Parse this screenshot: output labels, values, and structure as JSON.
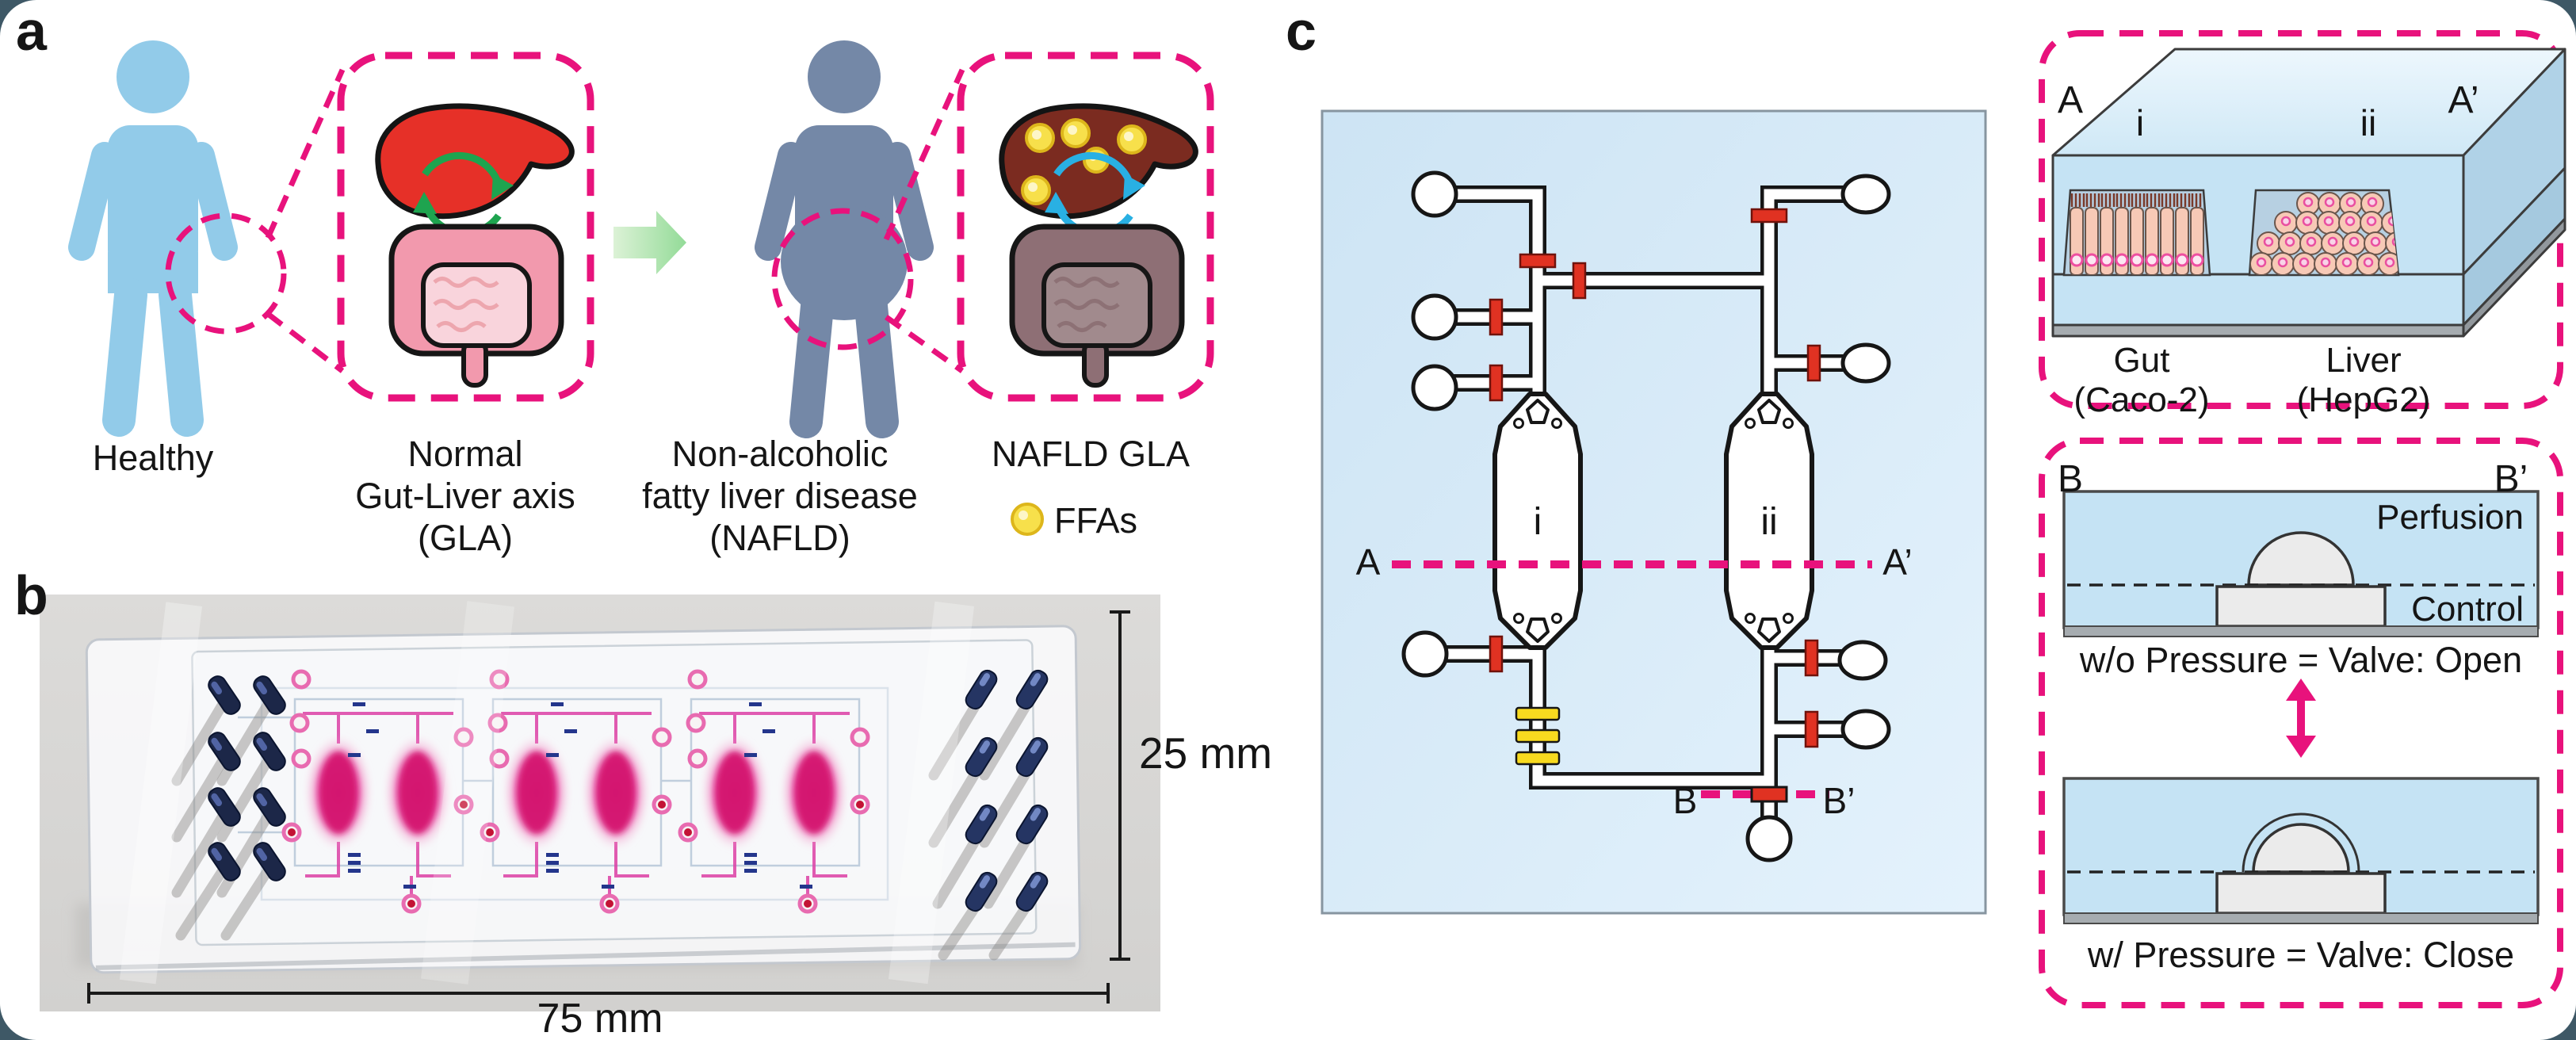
{
  "figure": {
    "panel_a": {
      "label": "a",
      "healthy_caption": "Healthy",
      "gla_caption_line1": "Normal",
      "gla_caption_line2": "Gut-Liver axis",
      "gla_caption_line3": "(GLA)",
      "nafld_caption_line1": "Non-alcoholic",
      "nafld_caption_line2": "fatty liver disease",
      "nafld_caption_line3": "(NAFLD)",
      "nafld_gla_caption": "NAFLD GLA",
      "ffa_legend": "FFAs"
    },
    "panel_b": {
      "label": "b",
      "length_dimension": "75 mm",
      "width_dimension": "25 mm"
    },
    "panel_c": {
      "label": "c",
      "chip_schematic": {
        "section_a_start": "A",
        "section_a_end": "A’",
        "section_b_start": "B",
        "section_b_end": "B’",
        "chamber_i": "i",
        "chamber_ii": "ii"
      },
      "cross_section": {
        "section_a_start": "A",
        "section_a_end": "A’",
        "chamber_i": "i",
        "chamber_ii": "ii",
        "gut_label_line1": "Gut",
        "gut_label_line2": "(Caco-2)",
        "liver_label_line1": "Liver",
        "liver_label_line2": "(HepG2)"
      },
      "valve_diagram": {
        "section_b_start": "B",
        "section_b_end": "B’",
        "perfusion_label": "Perfusion",
        "control_label": "Control",
        "valve_open_caption": "w/o Pressure = Valve: Open",
        "valve_close_caption": "w/ Pressure = Valve: Close"
      }
    },
    "colors": {
      "accent_magenta": "#E8127C",
      "valve_red": "#E03222",
      "valve_yellow": "#F8DA1F",
      "healthy_blue": "#92CBE9",
      "nafld_slate": "#7488A7",
      "schematic_bg": "#D6E9F7",
      "frame_dark": "#3E5866"
    }
  }
}
